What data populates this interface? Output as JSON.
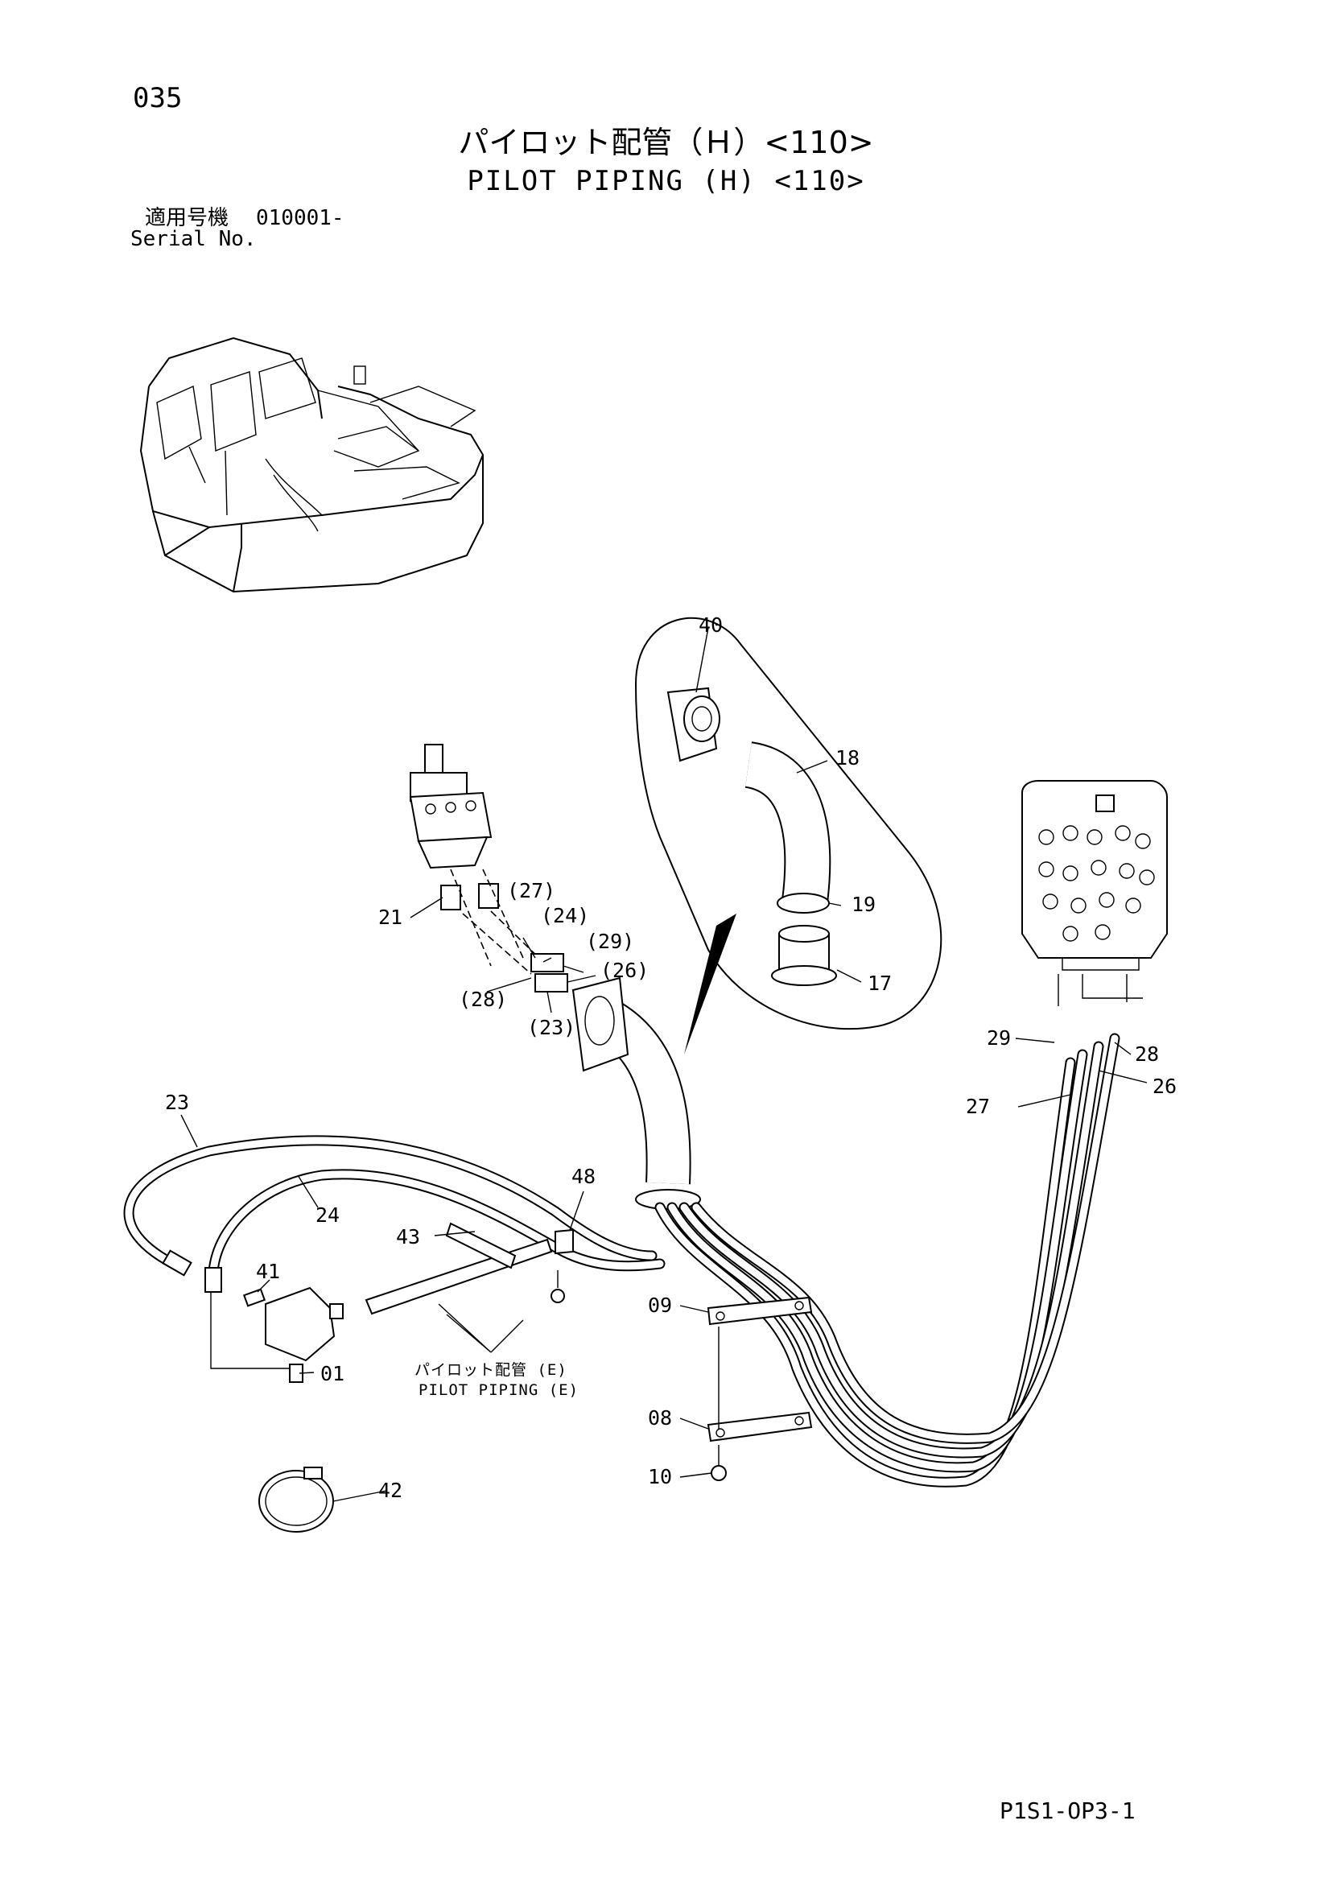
{
  "page_number": "035",
  "title_jp": "パイロット配管（Ｈ）<110>",
  "title_en": "PILOT PIPING (H) <110>",
  "serial_label_jp": "適用号機",
  "serial_value": "010001-",
  "serial_label_en": "Serial No.",
  "drawing_code": "P1S1-OP3-1",
  "callouts": {
    "c40": "40",
    "c18": "18",
    "c19": "19",
    "c17": "17",
    "c21": "21",
    "c27p": "(27)",
    "c24p": "(24)",
    "c29p": "(29)",
    "c26p": "(26)",
    "c28p": "(28)",
    "c23p": "(23)",
    "c23": "23",
    "c24": "24",
    "c48": "48",
    "c43": "43",
    "c41": "41",
    "c01": "01",
    "c09": "09",
    "c08": "08",
    "c10": "10",
    "c42": "42",
    "c29": "29",
    "c28": "28",
    "c27": "27",
    "c26": "26"
  },
  "reference_note": {
    "jp": "パイロット配管 (E)",
    "en": "PILOT PIPING (E)"
  }
}
